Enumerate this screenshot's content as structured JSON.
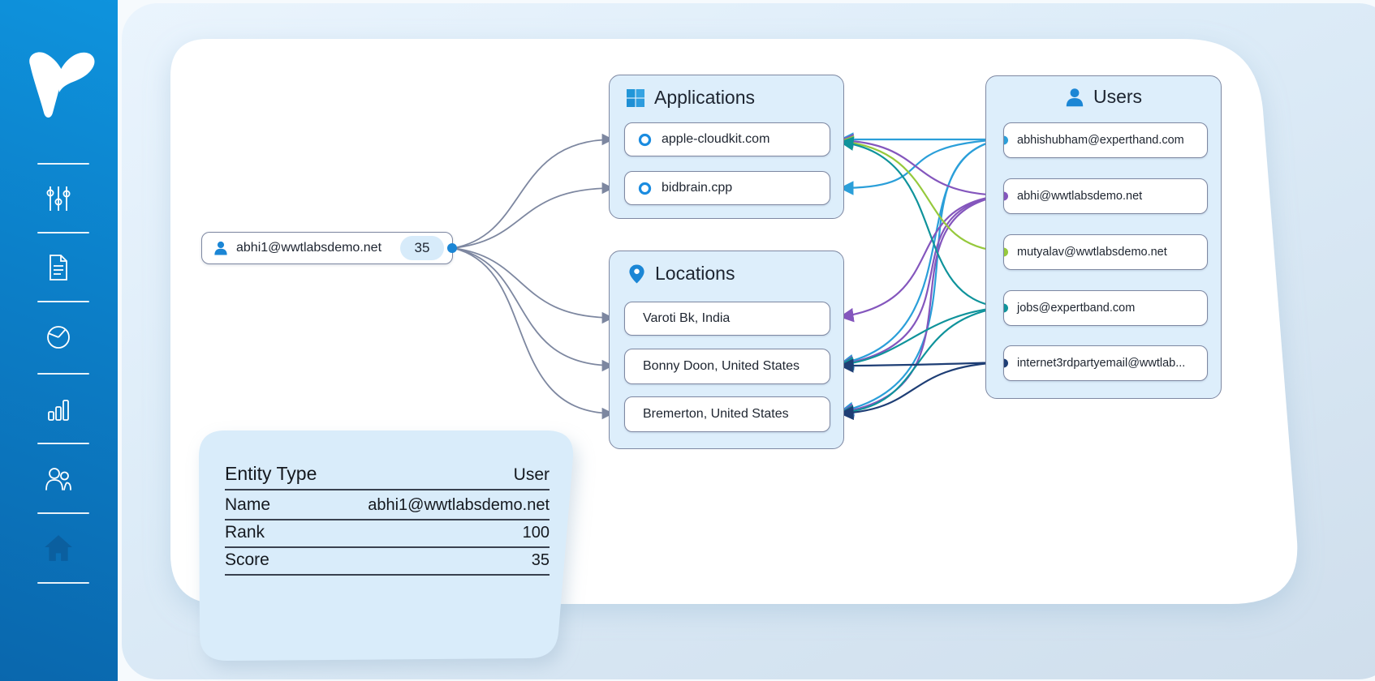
{
  "sidebar": {
    "logo": "vectra-logo",
    "icons": [
      "filters",
      "report",
      "pie-chart",
      "bar-chart",
      "users",
      "home"
    ]
  },
  "graph": {
    "source_node": {
      "label": "abhi1@wwtlabsdemo.net",
      "score_badge": "35"
    },
    "groups": {
      "applications": {
        "title": "Applications",
        "items": [
          "apple-cloudkit.com",
          "bidbrain.cpp"
        ]
      },
      "locations": {
        "title": "Locations",
        "items": [
          "Varoti Bk, India",
          "Bonny Doon, United States",
          "Bremerton, United States"
        ]
      },
      "users": {
        "title": "Users",
        "items": [
          "abhishubham@experthand.com",
          "abhi@wwtlabsdemo.net",
          "mutyalav@wwtlabsdemo.net",
          "jobs@expertband.com",
          "internet3rdpartyemail@wwtlab..."
        ]
      }
    },
    "user_colors": {
      "abhishubham@experthand.com": "#2b9fd9",
      "abhi@wwtlabsdemo.net": "#8456bd",
      "mutyalav@wwtlabsdemo.net": "#96c93c",
      "jobs@expertband.com": "#0f939b",
      "internet3rdpartyemail@wwtlab...": "#1e3e75"
    },
    "edge_color_gray": "#7d87a0",
    "edges": {
      "source_to_items": [
        {
          "from": "abhi1@wwtlabsdemo.net",
          "to": "apple-cloudkit.com"
        },
        {
          "from": "abhi1@wwtlabsdemo.net",
          "to": "bidbrain.cpp"
        },
        {
          "from": "abhi1@wwtlabsdemo.net",
          "to": "Varoti Bk, India"
        },
        {
          "from": "abhi1@wwtlabsdemo.net",
          "to": "Bonny Doon, United States"
        },
        {
          "from": "abhi1@wwtlabsdemo.net",
          "to": "Bremerton, United States"
        }
      ],
      "user_to_items": [
        {
          "from": "abhishubham@experthand.com",
          "to": "apple-cloudkit.com"
        },
        {
          "from": "abhishubham@experthand.com",
          "to": "bidbrain.cpp"
        },
        {
          "from": "abhishubham@experthand.com",
          "to": "Bonny Doon, United States"
        },
        {
          "from": "abhishubham@experthand.com",
          "to": "Bremerton, United States"
        },
        {
          "from": "abhi@wwtlabsdemo.net",
          "to": "apple-cloudkit.com"
        },
        {
          "from": "abhi@wwtlabsdemo.net",
          "to": "Varoti Bk, India"
        },
        {
          "from": "abhi@wwtlabsdemo.net",
          "to": "Bonny Doon, United States"
        },
        {
          "from": "abhi@wwtlabsdemo.net",
          "to": "Bremerton, United States"
        },
        {
          "from": "mutyalav@wwtlabsdemo.net",
          "to": "apple-cloudkit.com"
        },
        {
          "from": "jobs@expertband.com",
          "to": "apple-cloudkit.com"
        },
        {
          "from": "jobs@expertband.com",
          "to": "Bonny Doon, United States"
        },
        {
          "from": "jobs@expertband.com",
          "to": "Bremerton, United States"
        },
        {
          "from": "internet3rdpartyemail@wwtlab...",
          "to": "Bonny Doon, United States"
        },
        {
          "from": "internet3rdpartyemail@wwtlab...",
          "to": "Bremerton, United States"
        }
      ]
    }
  },
  "details_panel": {
    "rows": [
      {
        "label": "Entity Type",
        "value": "User"
      },
      {
        "label": "Name",
        "value": "abhi1@wwtlabsdemo.net"
      },
      {
        "label": "Rank",
        "value": "100"
      },
      {
        "label": "Score",
        "value": "35"
      }
    ]
  }
}
